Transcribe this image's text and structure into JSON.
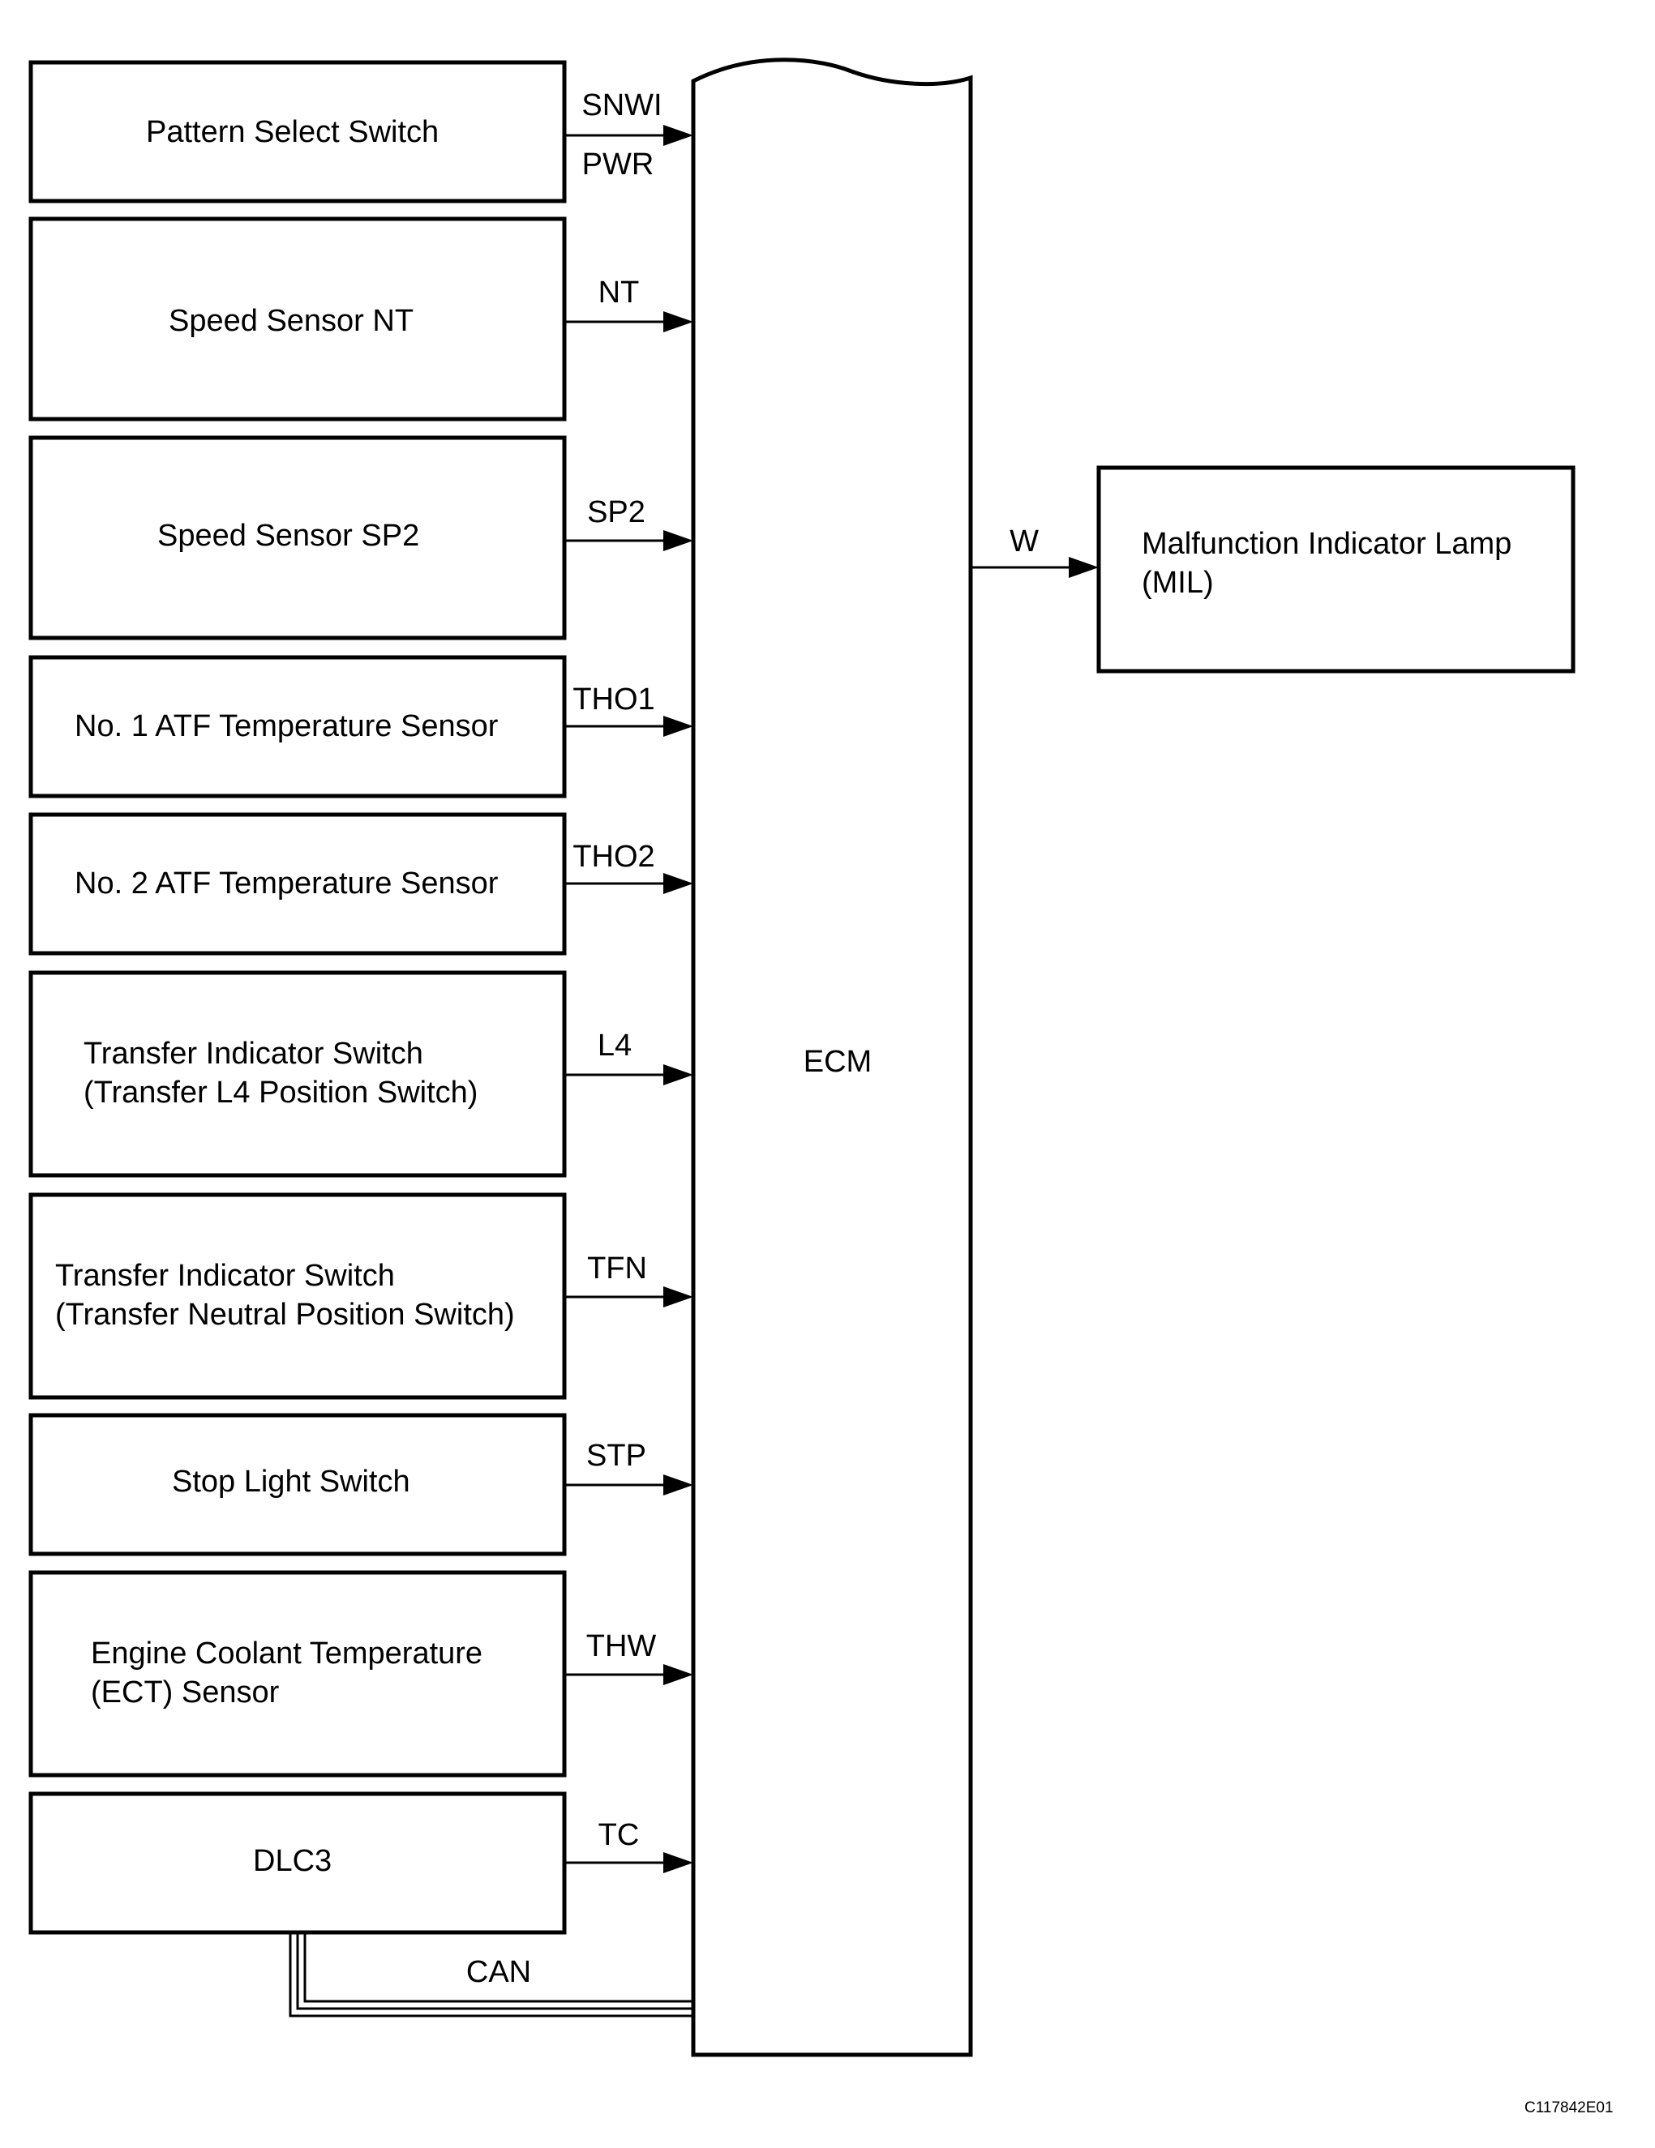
{
  "ecm": {
    "label": "ECM"
  },
  "inputs": [
    {
      "lines": [
        "Pattern Select Switch"
      ],
      "signals": [
        "SNWI",
        "PWR"
      ]
    },
    {
      "lines": [
        "Speed Sensor NT"
      ],
      "signals": [
        "NT"
      ]
    },
    {
      "lines": [
        "Speed Sensor SP2"
      ],
      "signals": [
        "SP2"
      ]
    },
    {
      "lines": [
        "No. 1 ATF Temperature Sensor"
      ],
      "signals": [
        "THO1"
      ]
    },
    {
      "lines": [
        "No. 2 ATF Temperature Sensor"
      ],
      "signals": [
        "THO2"
      ]
    },
    {
      "lines": [
        "Transfer Indicator Switch",
        "(Transfer L4 Position Switch)"
      ],
      "signals": [
        "L4"
      ]
    },
    {
      "lines": [
        "Transfer Indicator Switch",
        "(Transfer Neutral Position Switch)"
      ],
      "signals": [
        "TFN"
      ]
    },
    {
      "lines": [
        "Stop Light Switch"
      ],
      "signals": [
        "STP"
      ]
    },
    {
      "lines": [
        "Engine Coolant Temperature",
        "(ECT) Sensor"
      ],
      "signals": [
        "THW"
      ]
    },
    {
      "lines": [
        "DLC3"
      ],
      "signals": [
        "TC"
      ]
    }
  ],
  "output": {
    "lines": [
      "Malfunction Indicator Lamp",
      "(MIL)"
    ],
    "signal": "W"
  },
  "bus": {
    "label": "CAN"
  },
  "figure_code": "C117842E01"
}
